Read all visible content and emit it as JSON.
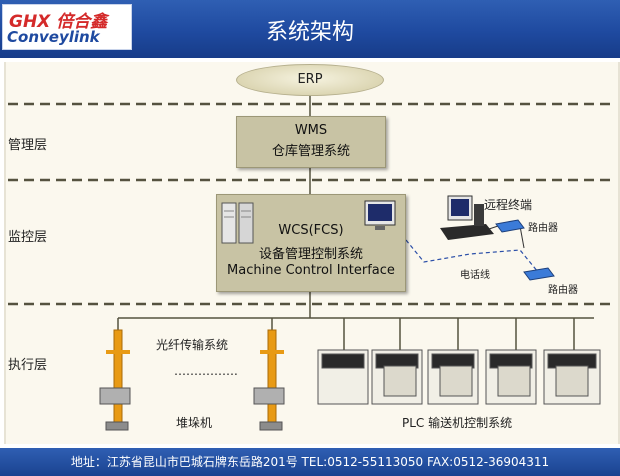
{
  "header": {
    "logo_cn": "GHX 倍合鑫",
    "logo_en": "Conveylink",
    "title": "系统架构"
  },
  "layers": {
    "management": "管理层",
    "monitoring": "监控层",
    "execution": "执行层"
  },
  "erp": "ERP",
  "wms": {
    "line1": "WMS",
    "line2": "仓库管理系统"
  },
  "wcs": {
    "line1": "WCS(FCS)",
    "line2": "设备管理控制系统",
    "line3": "Machine Control Interface"
  },
  "remote": {
    "terminal": "远程终端",
    "router_top": "路由器",
    "router_bottom": "路由器",
    "phone_line": "电话线"
  },
  "execution": {
    "fiber": "光纤传输系统",
    "dots": "…………….",
    "stacker": "堆垛机",
    "plc": "PLC 输送机控制系统"
  },
  "footer": "地址：江苏省昆山市巴城石牌东岳路201号   TEL:0512-55113050  FAX:0512-36904311",
  "colors": {
    "header_blue": "#1f4aa0",
    "box_fill": "#c8c3a4",
    "crane_orange": "#e89a14",
    "dashed_line": "#55523f"
  }
}
